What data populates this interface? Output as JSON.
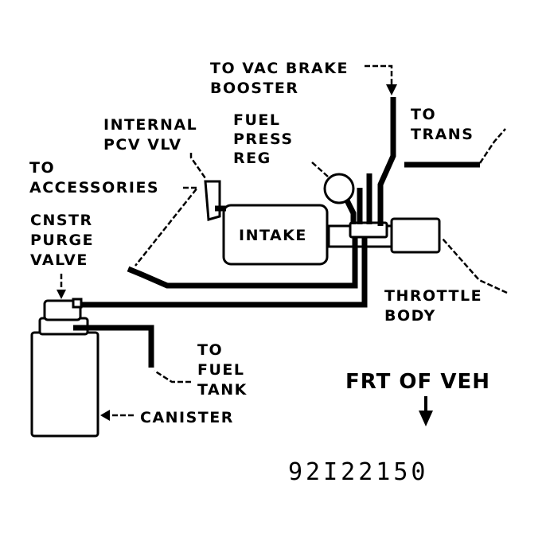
{
  "labels": {
    "vac_brake_line1": "TO VAC BRAKE",
    "vac_brake_line2": "BOOSTER",
    "trans_line1": "TO",
    "trans_line2": "TRANS",
    "pcv_line1": "INTERNAL",
    "pcv_line2": "PCV VLV",
    "fuel_reg_line1": "FUEL",
    "fuel_reg_line2": "PRESS",
    "fuel_reg_line3": "REG",
    "accessories_line1": "TO",
    "accessories_line2": "ACCESSORIES",
    "purge_line1": "CNSTR",
    "purge_line2": "PURGE",
    "purge_line3": "VALVE",
    "intake": "INTAKE",
    "throttle_line1": "THROTTLE",
    "throttle_line2": "BODY",
    "fuel_tank_line1": "TO",
    "fuel_tank_line2": "FUEL",
    "fuel_tank_line3": "TANK",
    "canister": "CANISTER",
    "front_of_vehicle": "FRT OF VEH",
    "figure_code": "92I22150"
  }
}
